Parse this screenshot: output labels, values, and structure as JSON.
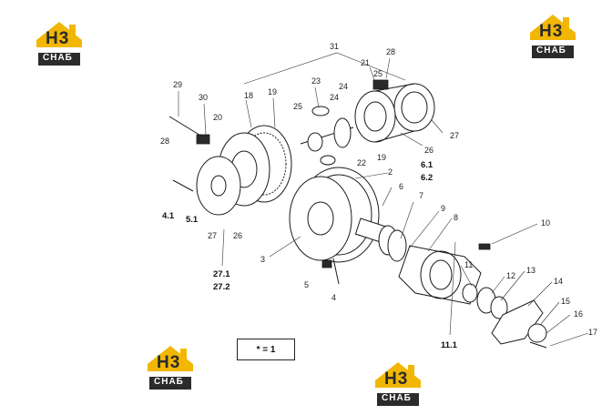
{
  "logos": [
    {
      "id": "logo-top-left",
      "mark": "H3",
      "word": "СНАБ"
    },
    {
      "id": "logo-top-right",
      "mark": "H3",
      "word": "СНАБ"
    },
    {
      "id": "logo-bottom-left",
      "mark": "H3",
      "word": "СНАБ"
    },
    {
      "id": "logo-bottom-center",
      "mark": "H3",
      "word": "СНАБ"
    }
  ],
  "colors": {
    "logo_yellow": "#f2b705",
    "logo_dark": "#2b2b2b",
    "ink": "#1a1a1a"
  },
  "labels": {
    "l31": "31",
    "l21": "21",
    "l28a": "28",
    "l25a": "25",
    "l29": "29",
    "l30": "30",
    "l18": "18",
    "l19a": "19",
    "l23": "23",
    "l24a": "24",
    "l24b": "24",
    "l25b": "25",
    "l20": "20",
    "l28b": "28",
    "l22": "22",
    "l19b": "19",
    "l26a": "26",
    "l27a": "27",
    "l2": "2",
    "l6": "6",
    "l7": "7",
    "l9": "9",
    "l8": "8",
    "l10": "10",
    "l3": "3",
    "l11": "11",
    "l12": "12",
    "l13": "13",
    "l14": "14",
    "l15": "15",
    "l16": "16",
    "l17": "17",
    "l5": "5",
    "l4": "4",
    "l27b": "27",
    "l26b": "26"
  },
  "bold_labels": {
    "b61": "6.1",
    "b62": "6.2",
    "b41": "4.1",
    "b51": "5.1",
    "b271": "27.1",
    "b272": "27.2",
    "b111": "11.1"
  },
  "note": "* = 1"
}
